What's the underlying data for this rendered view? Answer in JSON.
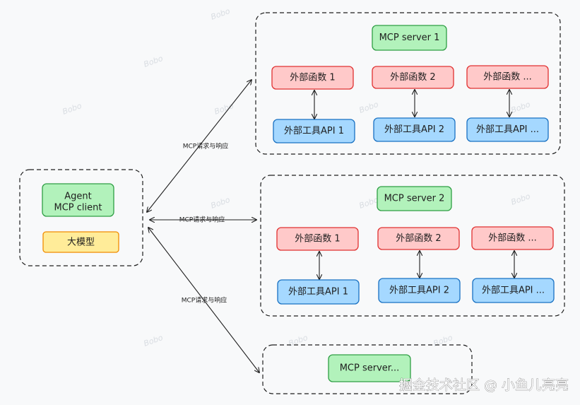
{
  "colors": {
    "green_fill": "#b2f2bb",
    "green_stroke": "#2f9e44",
    "red_fill": "#ffc9c9",
    "red_stroke": "#e03131",
    "blue_fill": "#a5d8ff",
    "blue_stroke": "#1971c2",
    "yellow_fill": "#ffec99",
    "yellow_stroke": "#f08c00",
    "line": "#1e1e1e"
  },
  "client": {
    "agent_line1": "Agent",
    "agent_line2": "MCP client",
    "llm": "大模型"
  },
  "edges": [
    {
      "label": "MCP请求与响应"
    },
    {
      "label": "MCP请求与响应"
    },
    {
      "label": "MCP请求与响应"
    }
  ],
  "server1": {
    "title": "MCP server 1",
    "functions": [
      "外部函数 1",
      "外部函数 2",
      "外部函数 ..."
    ],
    "apis": [
      "外部工具API 1",
      "外部工具API 2",
      "外部工具API ..."
    ]
  },
  "server2": {
    "title": "MCP server 2",
    "functions": [
      "外部函数 1",
      "外部函数 2",
      "外部函数 ..."
    ],
    "apis": [
      "外部工具API 1",
      "外部工具API 2",
      "外部工具API ..."
    ]
  },
  "server3": {
    "title": "MCP server..."
  },
  "watermark": "Bobo",
  "footer": "掘金技术社区 @ 小鱼儿亮亮"
}
